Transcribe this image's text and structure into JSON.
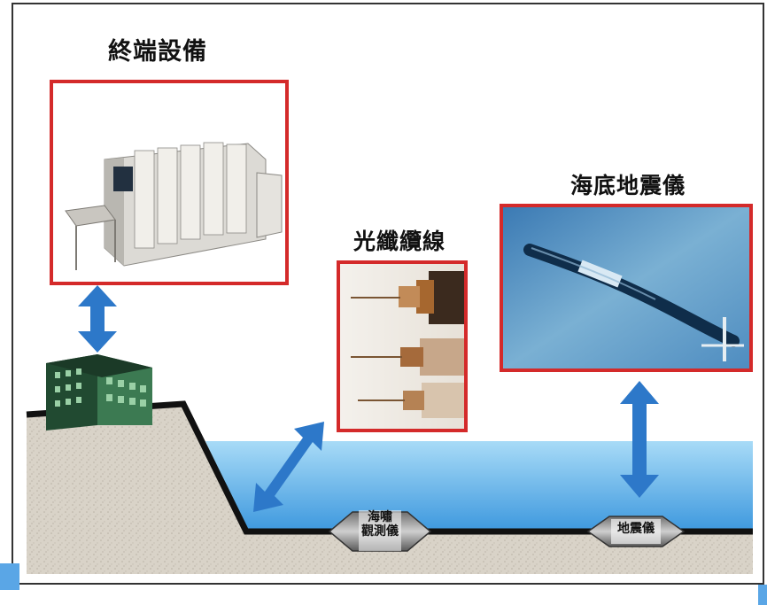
{
  "labels": {
    "terminal_equipment": "終端設備",
    "fiber_optic_cable": "光纖纜線",
    "ocean_bottom_seismometer": "海底地震儀"
  },
  "nodes": {
    "tsunami_meter_line1": "海嘯",
    "tsunami_meter_line2": "觀測儀",
    "seismometer": "地震儀"
  },
  "colors": {
    "frame_red": "#d42a2a",
    "arrow_blue": "#2d78c9",
    "sea_blue": "#7ec3ef",
    "ground": "#d7d1c6",
    "cable": "#111111",
    "building_green": "#2f6a45"
  }
}
